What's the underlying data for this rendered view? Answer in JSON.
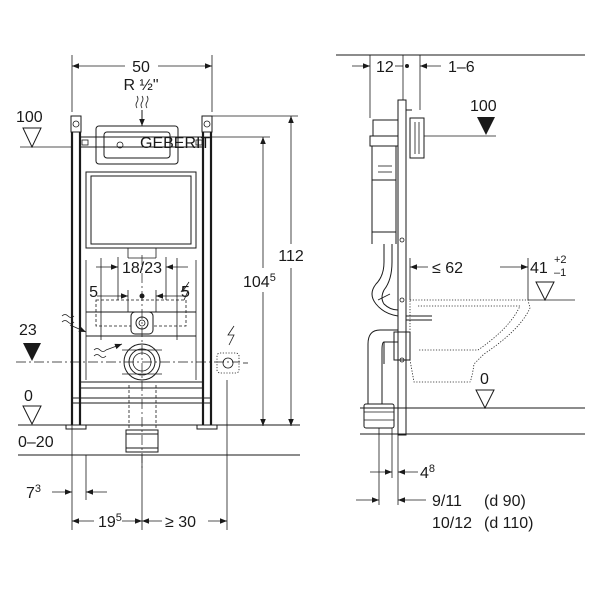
{
  "front": {
    "width_50": "50",
    "water_inlet": "R ½\"",
    "level_100": "100",
    "level_23": "23",
    "level_0": "0",
    "floor_range": "0–20",
    "height_112": "112",
    "height_104": "104",
    "height_104_sup": "5",
    "spacing_18_23": "18/23",
    "offset_5_left": "5",
    "offset_5_right": "5",
    "dim_7": "7",
    "dim_7_sup": "3",
    "dim_19": "19",
    "dim_19_sup": "5",
    "dim_30": "≥ 30",
    "brand": "GEBERIT"
  },
  "side": {
    "depth_12": "12",
    "depth_1_6": "1–6",
    "level_100": "100",
    "level_0": "0",
    "pan_62": "≤ 62",
    "height_41": "41",
    "height_41_tol_plus": "+2",
    "height_41_tol_minus": "–1",
    "dim_4": "4",
    "dim_4_sup": "8",
    "pipe_9_11": "9/11",
    "pipe_d90": "(d 90)",
    "pipe_10_12": "10/12",
    "pipe_d110": "(d 110)"
  }
}
